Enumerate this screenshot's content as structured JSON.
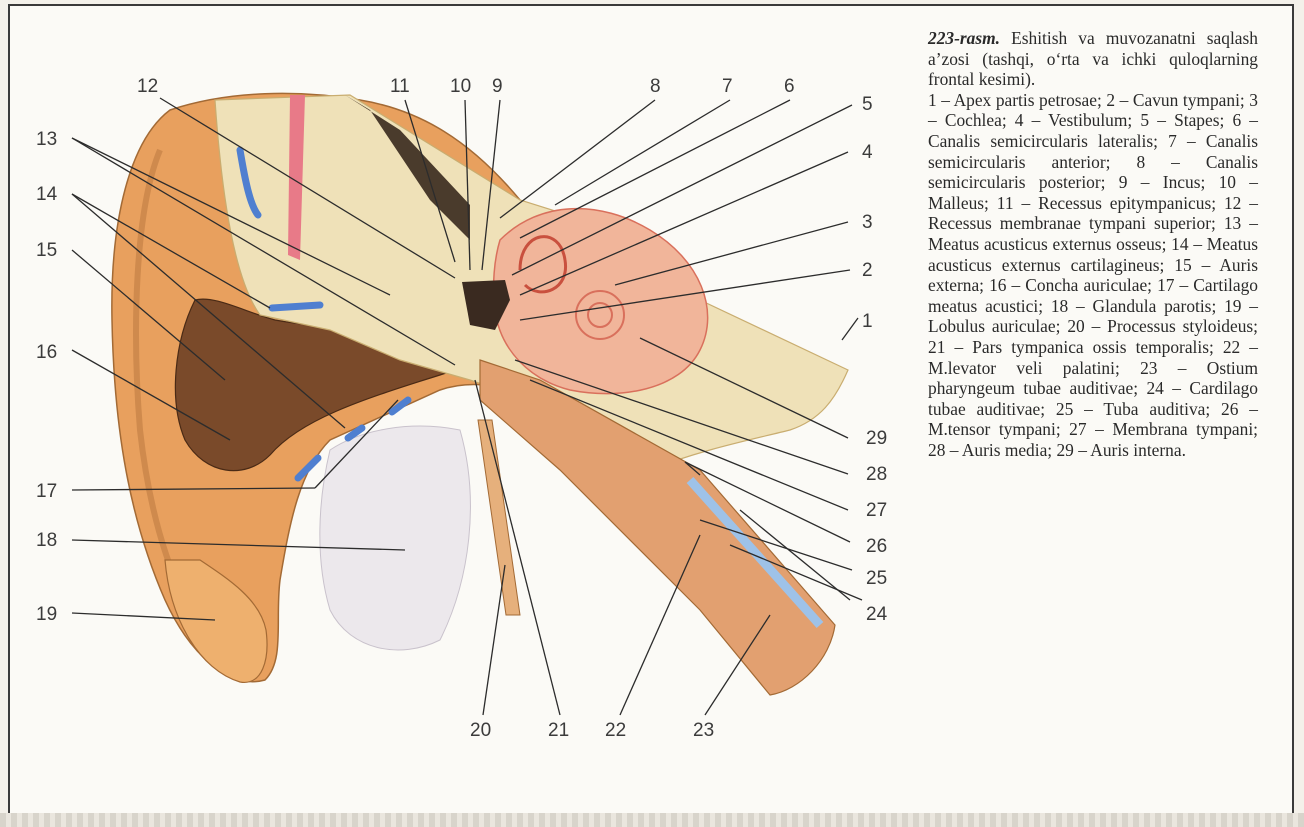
{
  "caption": {
    "figure_label": "223-rasm.",
    "title": "Eshitish va muvozanatni saqlash a’zosi (tashqi, o‘rta va ichki quloqlarning frontal kesimi).",
    "legend": "1 – Apex partis petrosae; 2 – Cavun tympani; 3 – Cochlea; 4 – Vestibulum; 5 – Stapes; 6 – Canalis semicircularis lateralis; 7 – Canalis semicircularis anterior; 8 – Canalis semicircularis posterior; 9 – Incus; 10 – Malleus; 11 – Recessus epitympanicus; 12 – Recessus membranae tympani superior; 13 – Meatus acusticus externus osseus; 14 – Meatus acusticus externus cartilagineus; 15 – Auris externa; 16 – Concha auriculae; 17 – Cartilago meatus acustici; 18 – Glandula parotis; 19 – Lobulus auriculae; 20 – Processus styloideus; 21 – Pars tympanica ossis temporalis; 22 – M.levator veli palatini; 23 – Ostium pharyngeum tubae auditivae; 24 – Cardilago tubae auditivae; 25 – Tuba auditiva; 26 – M.tensor tympani; 27 – Membrana tympani; 28 – Auris media; 29 – Auris interna."
  },
  "callouts": {
    "n1": "1",
    "n2": "2",
    "n3": "3",
    "n4": "4",
    "n5": "5",
    "n6": "6",
    "n7": "7",
    "n8": "8",
    "n9": "9",
    "n10": "10",
    "n11": "11",
    "n12": "12",
    "n13": "13",
    "n14": "14",
    "n15": "15",
    "n16": "16",
    "n17": "17",
    "n18": "18",
    "n19": "19",
    "n20": "20",
    "n21": "21",
    "n22": "22",
    "n23": "23",
    "n24": "24",
    "n25": "25",
    "n26": "26",
    "n27": "27",
    "n28": "28",
    "n29": "29"
  },
  "colors": {
    "skin": "#e8a05e",
    "skin_light": "#f3c98c",
    "canal": "#7a4a2a",
    "bone": "#efe1b8",
    "cartilage": "#4f7fd0",
    "inner_ear": "#e88a78"
  }
}
